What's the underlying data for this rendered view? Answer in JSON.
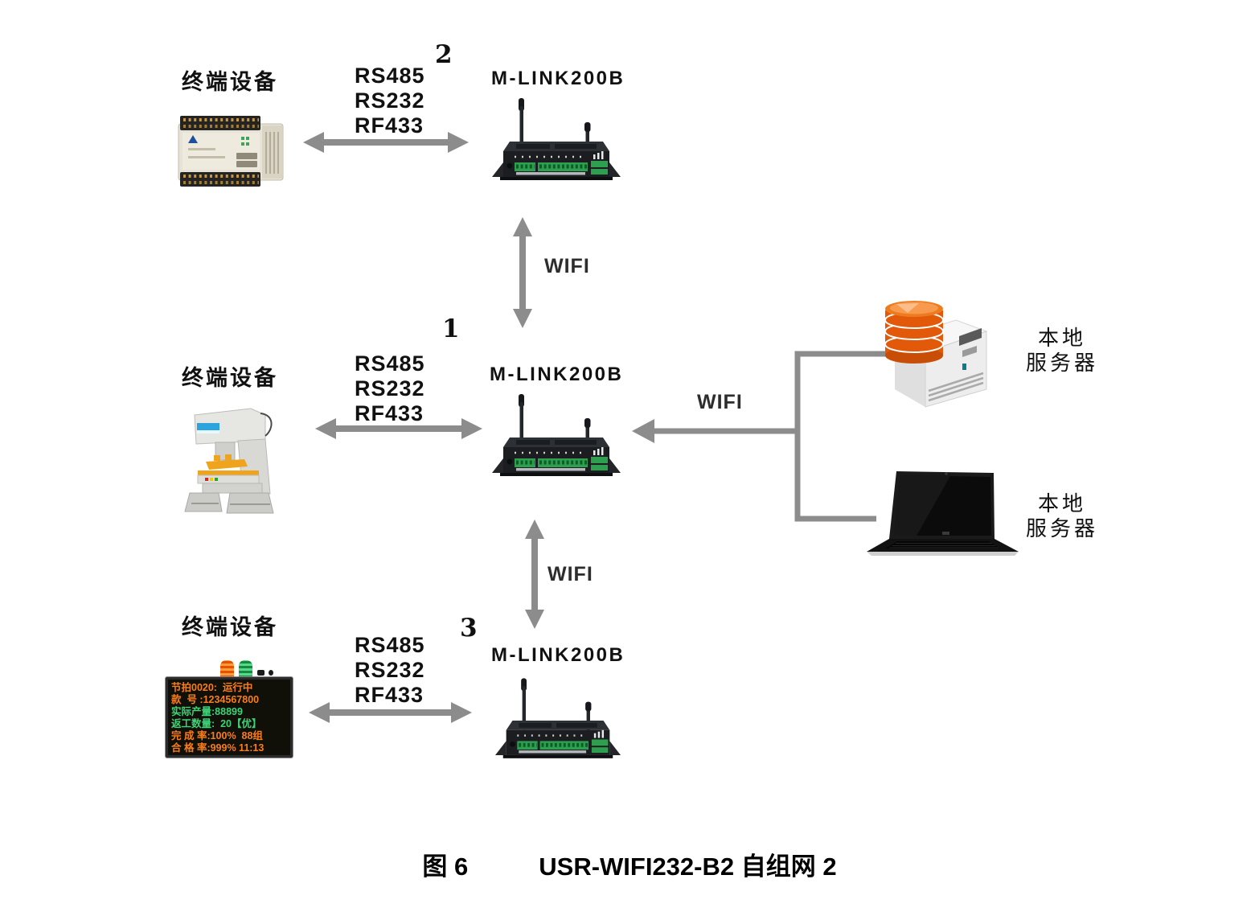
{
  "figure_caption": {
    "figure_number": "图 6",
    "title": "USR-WIFI232-B2 自组网 2"
  },
  "groups": {
    "top": {
      "terminal_label": "终端设备",
      "serial_links": [
        "RS485",
        "RS232",
        "RF433"
      ],
      "sequence": "2",
      "router_label": "M-LINK200B"
    },
    "middle": {
      "terminal_label": "终端设备",
      "serial_links": [
        "RS485",
        "RS232",
        "RF433"
      ],
      "sequence": "1",
      "router_label": "M-LINK200B"
    },
    "bottom": {
      "terminal_label": "终端设备",
      "serial_links": [
        "RS485",
        "RS232",
        "RF433"
      ],
      "sequence": "3",
      "router_label": "M-LINK200B"
    }
  },
  "wifi_links": {
    "top": "WIFI",
    "right": "WIFI",
    "bottom": "WIFI"
  },
  "right_side": {
    "database_server": {
      "label_line1": "本地",
      "label_line2": "服务器"
    },
    "laptop_server": {
      "label_line1": "本地",
      "label_line2": "服务器"
    }
  },
  "led_display": {
    "rows": [
      {
        "text": "节拍0020:  运行中",
        "color": "#f87e1b"
      },
      {
        "text": "款  号 :1234567800",
        "color": "#f87e1b"
      },
      {
        "text": "实际产量:88899",
        "color": "#3fd379"
      },
      {
        "text": "返工数量:  20【优】",
        "color": "#3fd379"
      },
      {
        "text": "完 成 率:100%  88组",
        "color": "#f87e1b"
      },
      {
        "text": "合 格 率:999% 11:13",
        "color": "#f87e1b"
      }
    ]
  },
  "colors": {
    "arrow": "#8c8c8c",
    "led_orange": "#f87e1b",
    "led_green": "#3fd379"
  }
}
